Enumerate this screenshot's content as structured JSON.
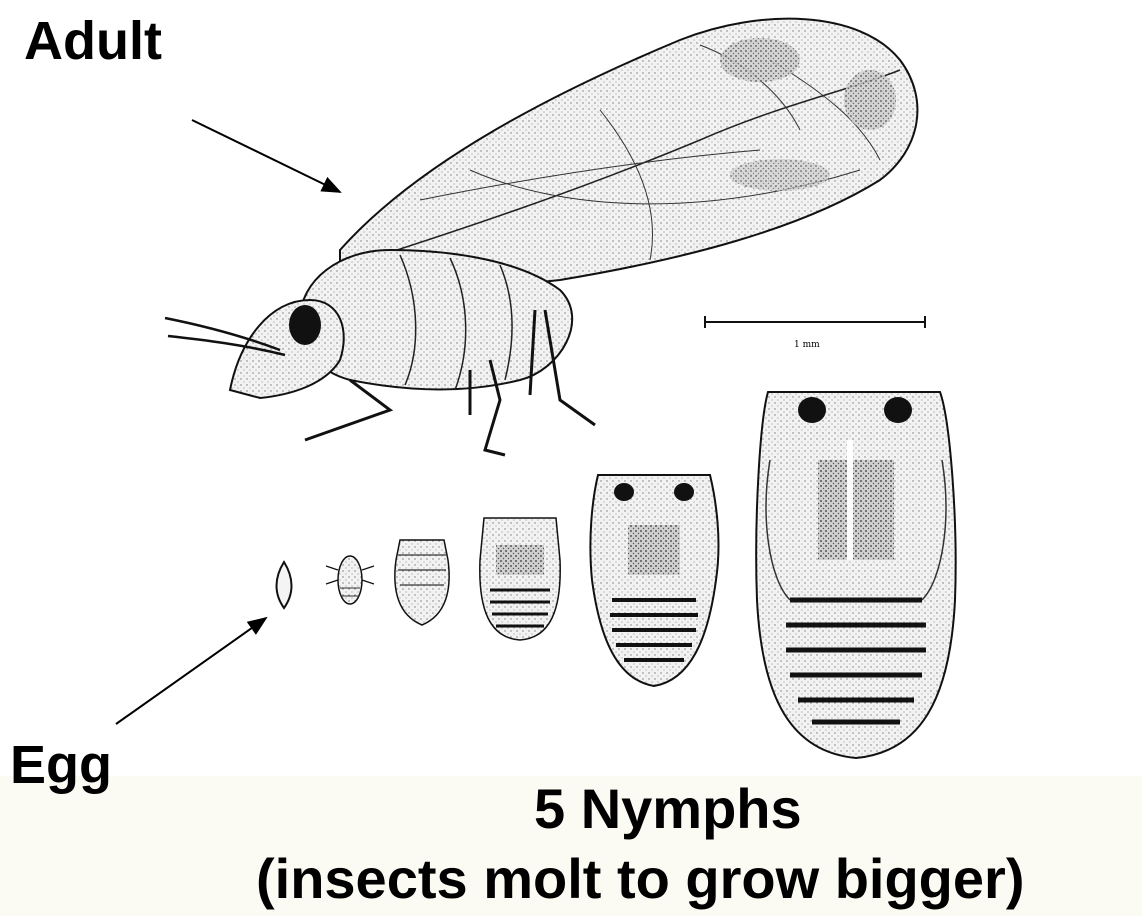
{
  "labels": {
    "adult": "Adult",
    "egg": "Egg",
    "nymphs_line1": "5 Nymphs",
    "nymphs_line2": "(insects molt to grow bigger)"
  },
  "scale_bar": {
    "text": "1 mm"
  }
}
